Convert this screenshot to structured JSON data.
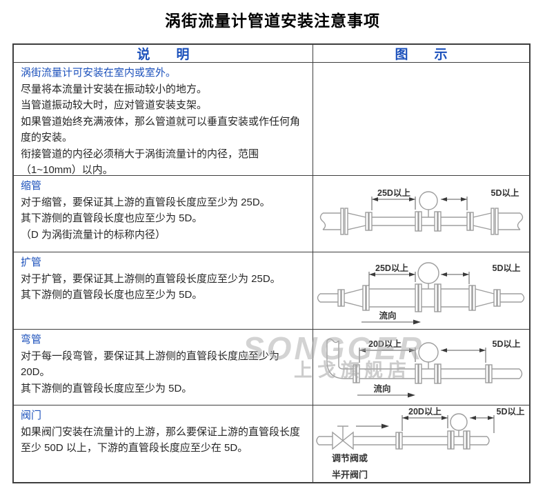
{
  "page": {
    "title": "涡街流量计管道安装注意事项"
  },
  "colors": {
    "accent_blue": "#1b50bb",
    "body_text": "#262626",
    "table_border": "#3d3d3d",
    "diagram_stroke": "#9d9d9d",
    "watermark_gray": "#bdbdbd"
  },
  "watermark": {
    "line1": "SONGGER",
    "line2": "上戈旗舰店"
  },
  "table": {
    "header": {
      "description": "说　　明",
      "illustration": "图　　示"
    },
    "rows": [
      {
        "title": "涡街流量计可安装在室内或室外。",
        "lines": [
          "尽量将本流量计安装在振动较小的地方。",
          "当管道振动较大时，应对管道安装支架。",
          "如果管道始终充满液体，那么管道就可以垂直安装或作任何角度的安装。",
          "衔接管道的内径必须稍大于涡街流量计的内径，范围（1~10mm）以内。"
        ]
      },
      {
        "title": "缩管",
        "lines": [
          "对于缩管，要保证其上游的直管段长度应至少为 25D。",
          "其下游侧的直管段长度也应至少为 5D。",
          "（D 为涡街流量计的标称内径）"
        ],
        "diagram": {
          "upstream_label": "25D以上",
          "downstream_label": "5D以上"
        }
      },
      {
        "title": "扩管",
        "lines": [
          "对于扩管，要保证其上游侧的直管段长度应至少为 25D。",
          "其下游侧的直管段长度也应至少为 5D。"
        ],
        "diagram": {
          "upstream_label": "25D以上",
          "downstream_label": "5D以上",
          "flow_label": "流向"
        }
      },
      {
        "title": "弯管",
        "lines": [
          "对于每一段弯管，要保证其上游侧的直管段长度应至少为 20D。",
          "其下游侧的直管段长度应至少为 5D。"
        ],
        "diagram": {
          "upstream_label": "20D以上",
          "downstream_label": "5D以上",
          "flow_label": "流向"
        }
      },
      {
        "title": "阀门",
        "lines": [
          "如果阀门安装在流量计的上游，那么要保证上游的直管段长度至少 50D 以上，下游的直管段长度应至少在 5D。"
        ],
        "diagram": {
          "upstream_label": "20D以上",
          "downstream_label": "5D以上",
          "valve_note_line1": "调节阀或",
          "valve_note_line2": "半开阀门"
        }
      }
    ]
  }
}
